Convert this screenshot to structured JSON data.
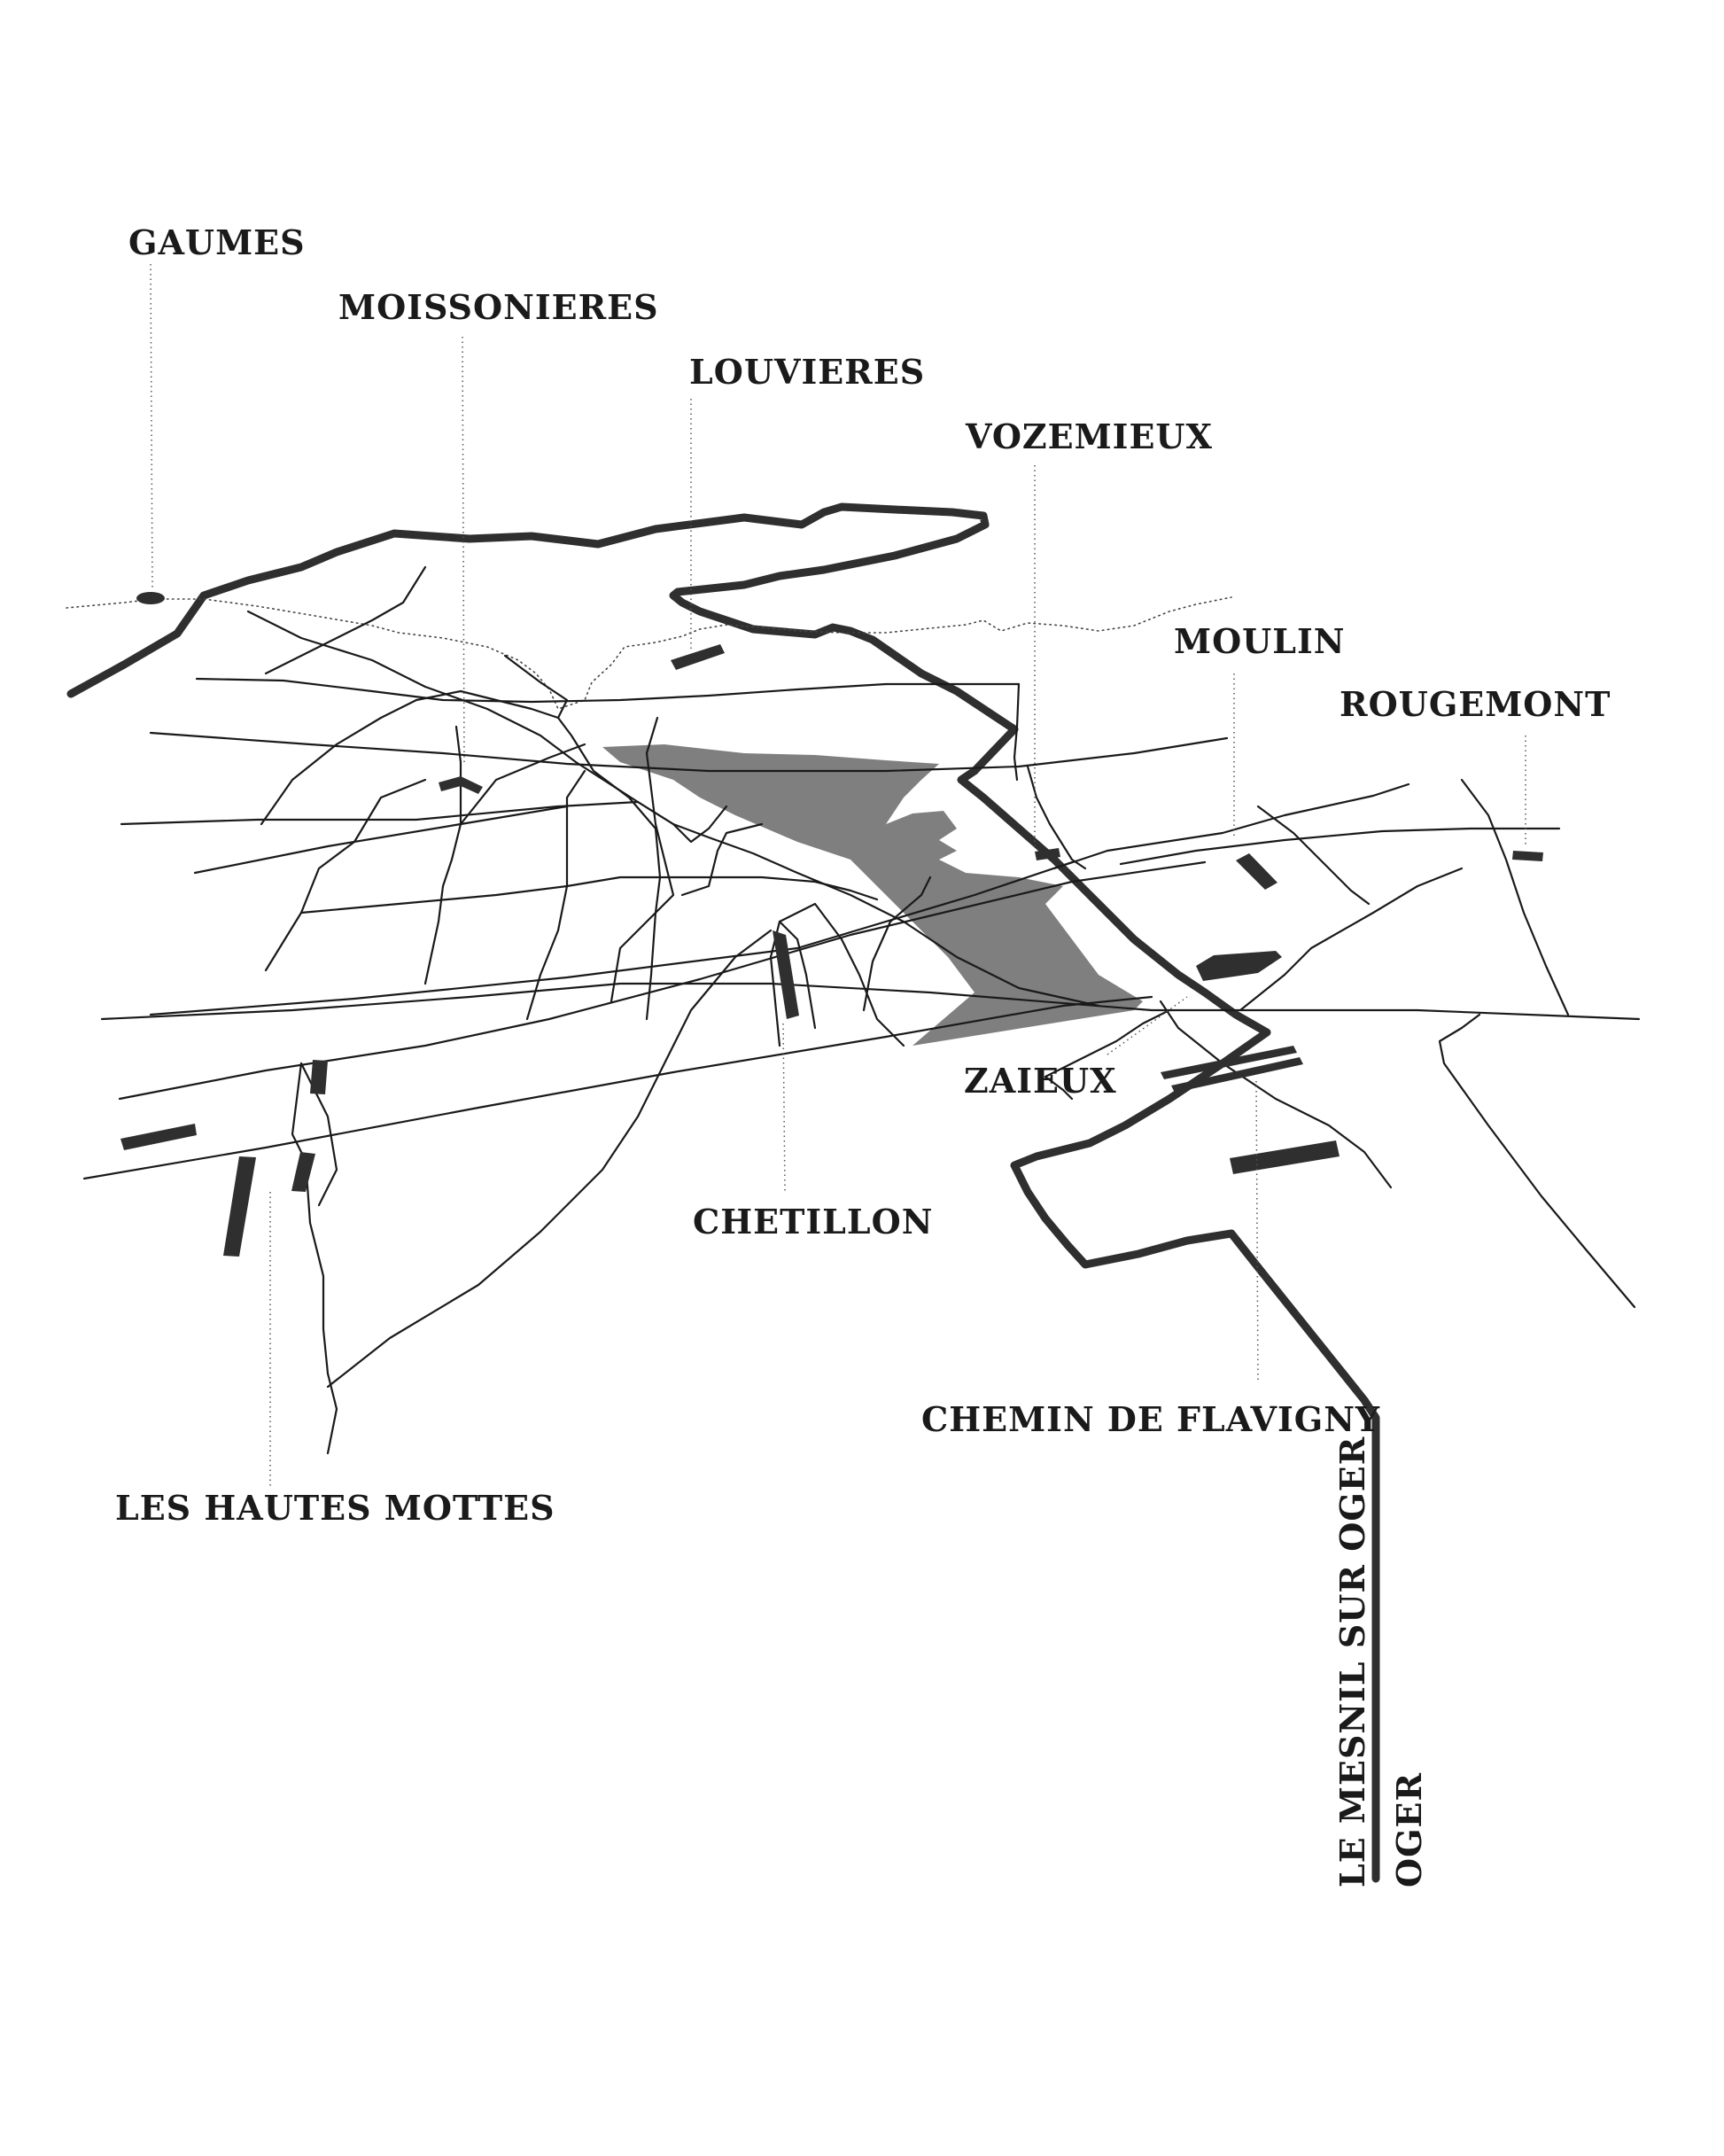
{
  "map": {
    "highlight_color": "#7f7f7f",
    "line_color": "#2f2f2f",
    "background": "#ffffff",
    "labels": {
      "gaumes": "GAUMES",
      "moissonieres": "MOISSONIERES",
      "louvieres": "LOUVIERES",
      "vozemieux": "VOZEMIEUX",
      "moulin": "MOULIN",
      "rougemont": "ROUGEMONT",
      "zaieux": "ZAIEUX",
      "chetillon": "CHETILLON",
      "chemin_de_flavigny": "CHEMIN DE FLAVIGNY",
      "les_hautes_mottes": "LES HAUTES MOTTES",
      "le_mesnil_sur_oger": "LE MESNIL SUR OGER",
      "oger": "OGER"
    }
  }
}
